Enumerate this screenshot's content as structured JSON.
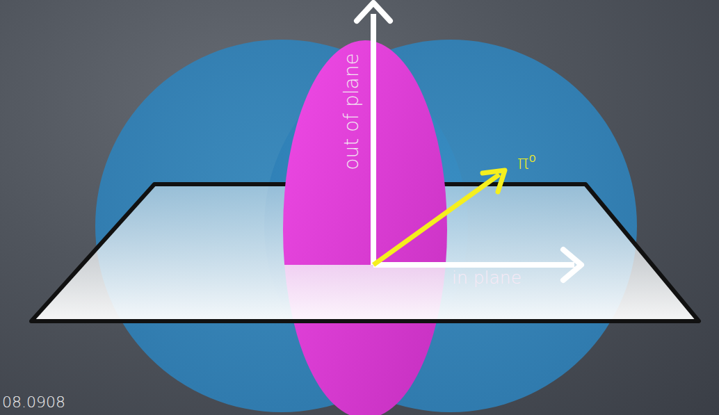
{
  "diagram": {
    "labels": [
      "out of plane",
      "π⁰",
      "in plane",
      "08.0908"
    ]
  }
}
